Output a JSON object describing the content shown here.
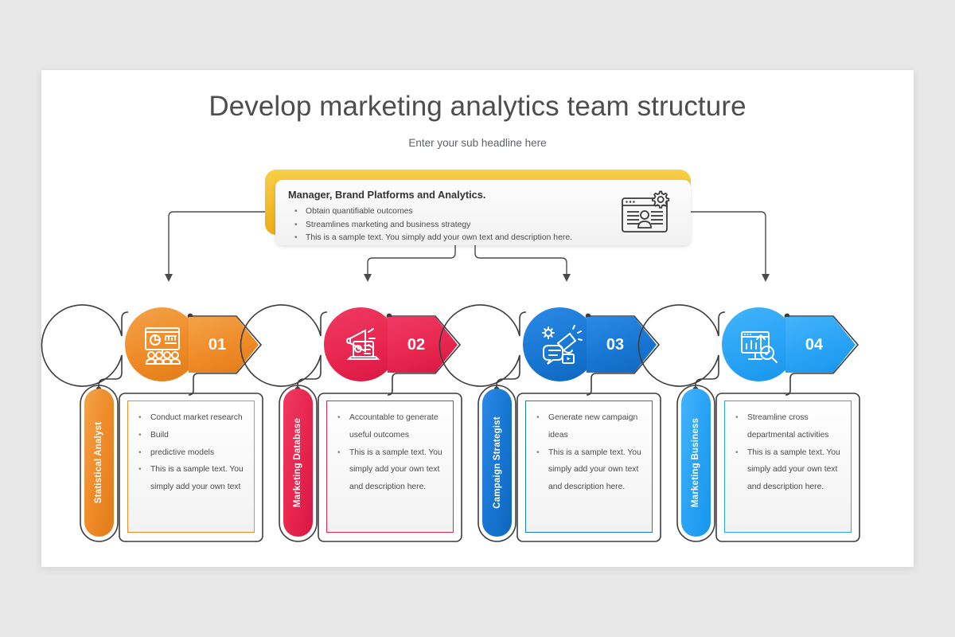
{
  "slide": {
    "title": "Develop marketing analytics team structure",
    "subtitle": "Enter your sub headline here",
    "background_color": "#e8e8e9",
    "canvas_color": "#ffffff"
  },
  "manager": {
    "heading": "Manager, Brand Platforms and Analytics.",
    "accent_color": "#eeab17",
    "bullets": [
      "Obtain quantifiable outcomes",
      "Streamlines marketing and business strategy",
      "This is a sample text. You simply add your own text and description here."
    ],
    "icon": "id-card-gear-icon"
  },
  "columns": [
    {
      "number": "01",
      "label": "Statistical Analyst",
      "color": "#ef8b28",
      "color_light": "#f2a34a",
      "color_dark": "#e07d18",
      "icon": "presentation-chart-audience-icon",
      "bullets": [
        "Conduct market research",
        "Build",
        "predictive models",
        "This is a sample text. You simply add your own text"
      ]
    },
    {
      "number": "02",
      "label": "Marketing Database",
      "color": "#e8274f",
      "color_light": "#ef3a63",
      "color_dark": "#d81742",
      "icon": "megaphone-laptop-icon",
      "bullets": [
        "Accountable to generate useful outcomes",
        "This is a sample text. You simply add your own text and description here."
      ]
    },
    {
      "number": "03",
      "label": "Campaign Strategist",
      "color": "#1877d2",
      "color_light": "#2b8ae6",
      "color_dark": "#0f66bd",
      "icon": "megaphone-gear-chat-icon",
      "bullets": [
        "Generate new campaign ideas",
        "This is a sample text. You simply add your own text and description here."
      ]
    },
    {
      "number": "04",
      "label": "Marketing Business",
      "color": "#29a3f5",
      "color_light": "#44b4fb",
      "color_dark": "#1795ec",
      "icon": "monitor-analytics-search-icon",
      "bullets": [
        "Streamline cross departmental activities",
        "This is a sample text. You simply add your own text and description here."
      ]
    }
  ]
}
